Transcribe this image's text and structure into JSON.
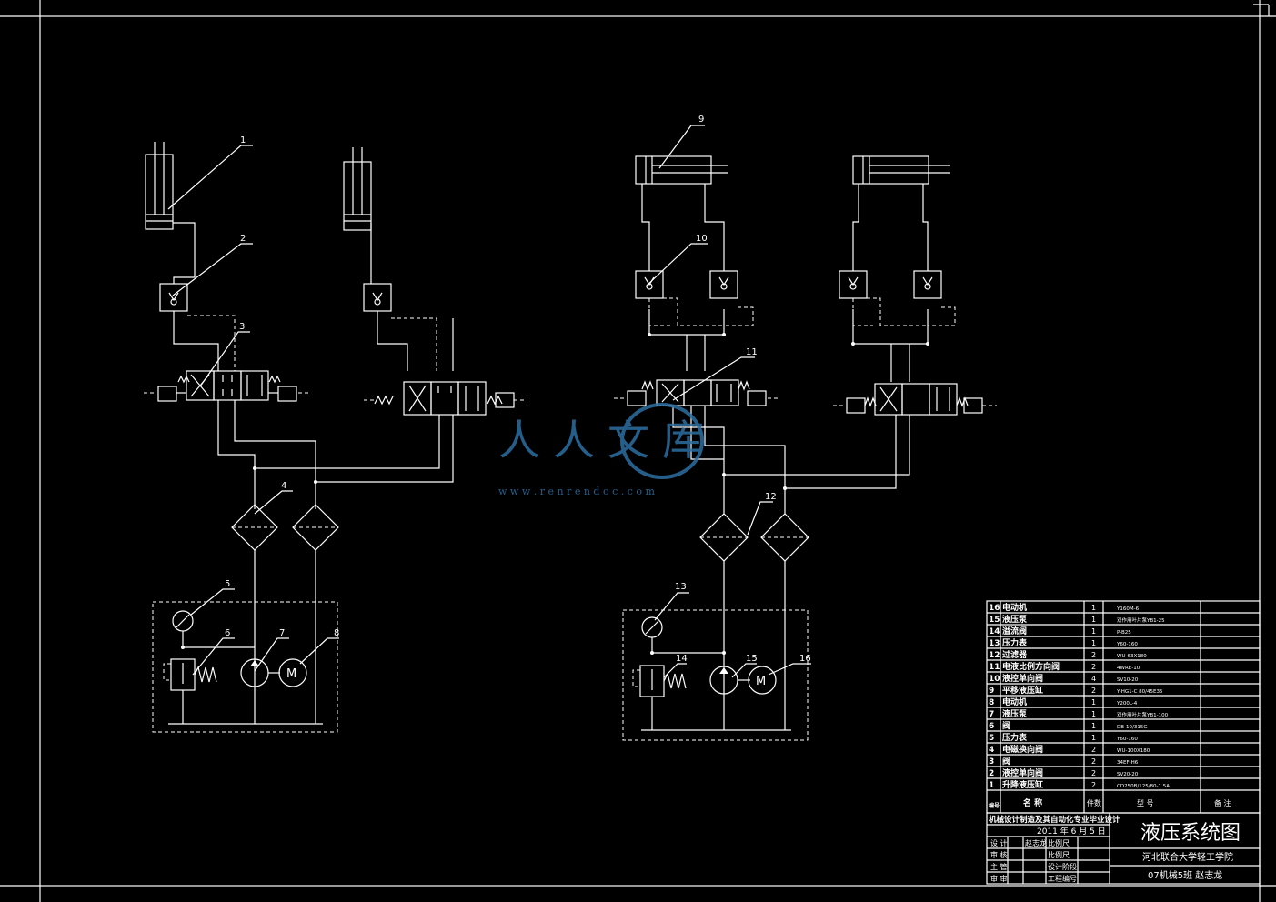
{
  "drawing": {
    "title": "液压系统图",
    "school": "河北联合大学轻工学院",
    "author_line": "07机械5班   赵志龙",
    "project": "机械设计制造及其自动化专业毕业设计",
    "date": "2011 年 6 月 5 日"
  },
  "title_block_rows": [
    {
      "role": "设  计",
      "name": "赵志龙",
      "field": "比例尺",
      "value": ""
    },
    {
      "role": "审  核",
      "name": "",
      "field": "比例尺",
      "value": ""
    },
    {
      "role": "主  管",
      "name": "",
      "field": "设计阶段",
      "value": ""
    },
    {
      "role": "审  审",
      "name": "",
      "field": "工程编号",
      "value": ""
    }
  ],
  "parts_header": {
    "no": "编号",
    "name": "名    称",
    "qty": "件数",
    "spec": "型     号",
    "note": "备  注"
  },
  "parts": [
    {
      "no": "16",
      "name": "电动机",
      "qty": "1",
      "spec": "Y160M-6"
    },
    {
      "no": "15",
      "name": "液压泵",
      "qty": "1",
      "spec": "双作用叶片泵YB1-25"
    },
    {
      "no": "14",
      "name": "溢流阀",
      "qty": "1",
      "spec": "P-B25"
    },
    {
      "no": "13",
      "name": "压力表",
      "qty": "1",
      "spec": "Y60-160"
    },
    {
      "no": "12",
      "name": "过滤器",
      "qty": "2",
      "spec": "WU-63X180"
    },
    {
      "no": "11",
      "name": "电液比例方向阀",
      "qty": "2",
      "spec": "4WRE-10"
    },
    {
      "no": "10",
      "name": "液控单向阀",
      "qty": "4",
      "spec": "SV10-20"
    },
    {
      "no": "9",
      "name": "平移液压缸",
      "qty": "2",
      "spec": "Y-HG1-C 80/45E35"
    },
    {
      "no": "8",
      "name": "电动机",
      "qty": "1",
      "spec": "Y200L-4"
    },
    {
      "no": "7",
      "name": "液压泵",
      "qty": "1",
      "spec": "双作用叶片泵YB1-100"
    },
    {
      "no": "6",
      "name": "阀",
      "qty": "1",
      "spec": "DB-10/315G"
    },
    {
      "no": "5",
      "name": "压力表",
      "qty": "1",
      "spec": "Y60-160"
    },
    {
      "no": "4",
      "name": "电磁换向阀",
      "qty": "2",
      "spec": "WU-100X180"
    },
    {
      "no": "3",
      "name": "阀",
      "qty": "2",
      "spec": "34EF-H6"
    },
    {
      "no": "2",
      "name": "液控单向阀",
      "qty": "2",
      "spec": "SV20-20"
    },
    {
      "no": "1",
      "name": "升降液压缸",
      "qty": "2",
      "spec": "CD250B/125/80-1.5A"
    }
  ],
  "callouts": [
    "1",
    "2",
    "3",
    "4",
    "5",
    "6",
    "7",
    "8",
    "9",
    "10",
    "11",
    "12",
    "13",
    "14",
    "15",
    "16"
  ],
  "watermark": {
    "text": "人人文库",
    "url": "w w w . r e n r e n d o c . c o m"
  }
}
